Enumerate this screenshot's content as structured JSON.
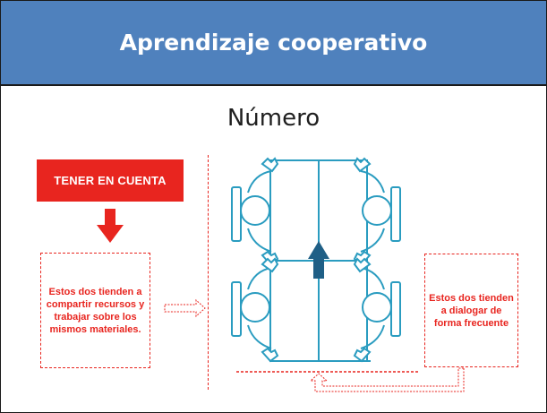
{
  "slide": {
    "title": "Aprendizaje cooperativo",
    "subtitle": "Número"
  },
  "note": {
    "label": "TENER EN CUENTA"
  },
  "left_box": {
    "text": "Estos dos tienden a compartir recursos y trabajar sobre los mismos materiales."
  },
  "right_box": {
    "text": "Estos dos tienden a dialogar de forma frecuente"
  },
  "colors": {
    "header": "#4f81bd",
    "accent_red": "#e8251f",
    "diagram_blue": "#2a9cc0",
    "arrow_navy": "#1f5f86"
  },
  "icons": [
    "down-arrow-icon",
    "right-arrow-icon",
    "up-arrow-icon",
    "student-icon",
    "desk-icon"
  ]
}
